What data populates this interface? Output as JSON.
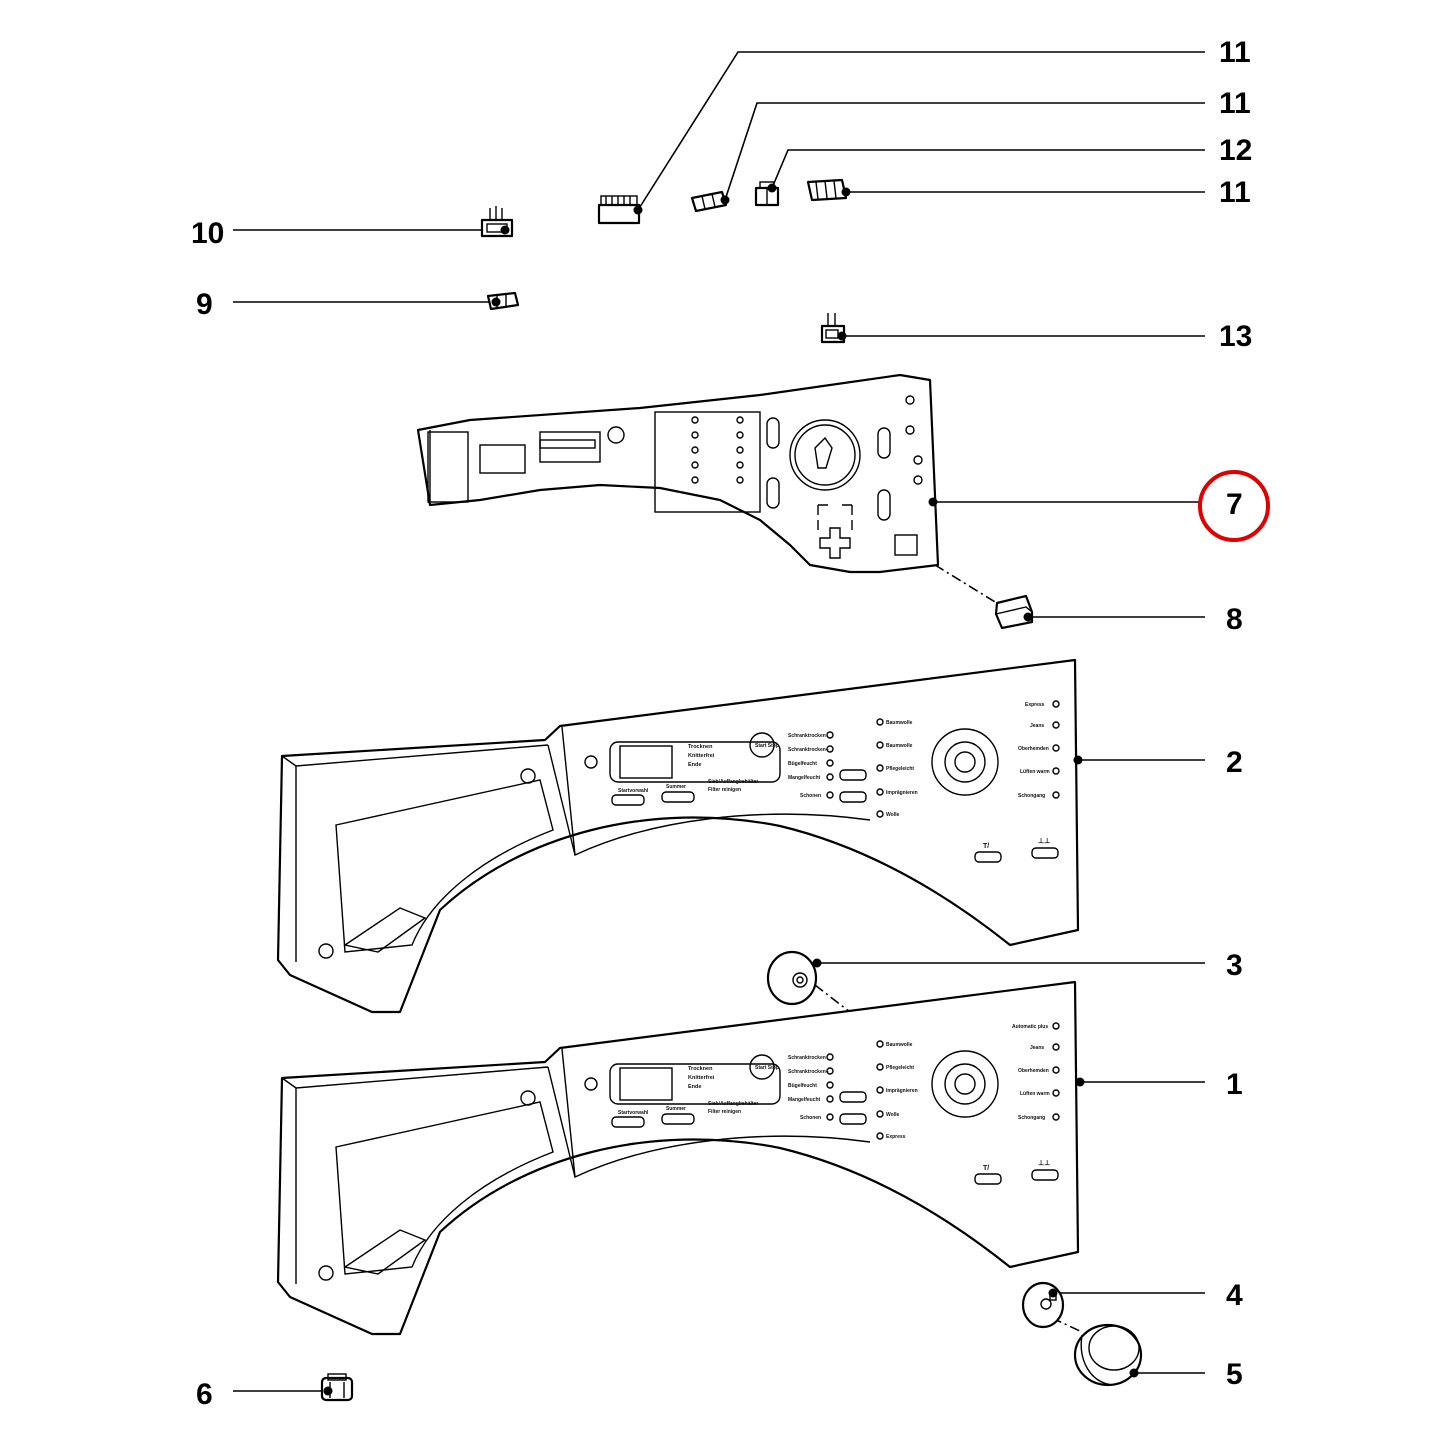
{
  "callouts": [
    {
      "id": "c11a",
      "number": "11"
    },
    {
      "id": "c11b",
      "number": "11"
    },
    {
      "id": "c12",
      "number": "12"
    },
    {
      "id": "c11c",
      "number": "11"
    },
    {
      "id": "c10",
      "number": "10"
    },
    {
      "id": "c9",
      "number": "9"
    },
    {
      "id": "c13",
      "number": "13"
    },
    {
      "id": "c7",
      "number": "7",
      "highlighted": true
    },
    {
      "id": "c8",
      "number": "8"
    },
    {
      "id": "c2",
      "number": "2"
    },
    {
      "id": "c3",
      "number": "3"
    },
    {
      "id": "c1",
      "number": "1"
    },
    {
      "id": "c4",
      "number": "4"
    },
    {
      "id": "c5",
      "number": "5"
    },
    {
      "id": "c6",
      "number": "6"
    }
  ],
  "highlight_color": "#e00000",
  "panel_upper": {
    "display_labels": [
      "Trocknen",
      "Knitterfrei",
      "Ende"
    ],
    "start_label": "Start Stop",
    "button_labels": [
      "Startvorwahl",
      "Summer"
    ],
    "status_labels": [
      "Sieb/Auffangbehälter",
      "Filter reinigen"
    ],
    "left_options": [
      "Schranktrocken",
      "Schranktrocken+",
      "Bügelfeucht",
      "Mangelfeucht",
      "Schonen"
    ],
    "mid_options": [
      "Baumwolle",
      "Baumwolle",
      "Pflegeleicht",
      "Imprägnieren",
      "Wolle"
    ],
    "right_options": [
      "Express",
      "Jeans",
      "Oberhemden",
      "Lüften warm",
      "Schongang"
    ],
    "key_left": "T/",
    "key_right": "⊥⊥"
  },
  "panel_lower": {
    "display_labels": [
      "Trocknen",
      "Knitterfrei",
      "Ende"
    ],
    "start_label": "Start Stop",
    "button_labels": [
      "Startvorwahl",
      "Summer"
    ],
    "status_labels": [
      "Sieb/Auffangbehälter",
      "Filter reinigen"
    ],
    "left_options": [
      "Schranktrocken",
      "Schranktrocken+",
      "Bügelfeucht",
      "Mangelfeucht",
      "Schonen"
    ],
    "mid_options": [
      "Baumwolle",
      "Pflegeleicht",
      "Imprägnieren",
      "Wolle",
      "Express"
    ],
    "right_options": [
      "Automatic plus",
      "Jeans",
      "Oberhemden",
      "Lüften warm",
      "Schongang"
    ],
    "key_left": "T/",
    "key_right": "⊥⊥"
  }
}
